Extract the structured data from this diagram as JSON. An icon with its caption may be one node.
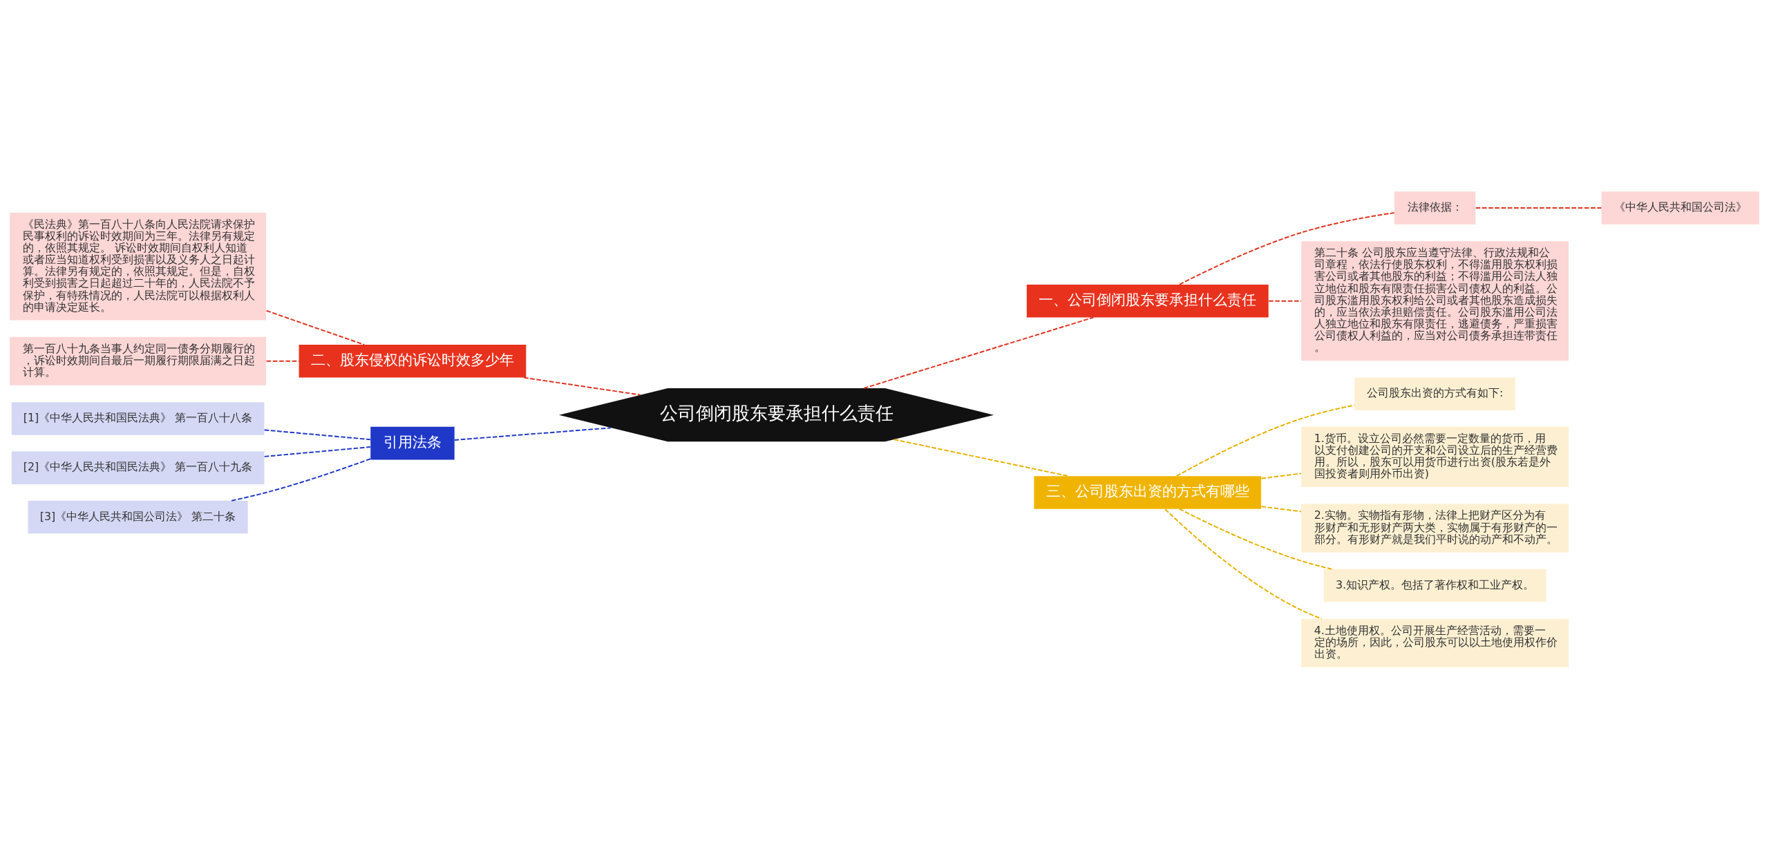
{
  "diagram": {
    "nodes": [
      {
        "text": [
          "公司倒闭股东要承担什么责任"
        ]
      },
      {
        "text": [
          "一、公司倒闭股东要承担什么责任"
        ]
      },
      {
        "text": [
          "法律依据："
        ]
      },
      {
        "text": [
          "《中华人民共和国公司法》"
        ]
      },
      {
        "text": [
          "第二十条 公司股东应当遵守法律、行政法规和公司章程，依法行使股东权利，不得滥用股东权利损害公司或者其他股东的利益；不得滥用公司法人独立地位和股东有限责任损害公司债权人的利益。公司股东滥用股东权利给公司或者其他股东造成损失的，应当依法承担赔偿责任。公司股东滥用公司法人独立地位和股东有限责任，逃避债务，严重损害公司债权人利益的，应当对公司债务承担连带责任。"
        ]
      },
      {
        "text": [
          "二、股东侵权的诉讼时效多少年"
        ]
      },
      {
        "text": [
          "《民法典》第一百八十八条向人民法院请求保护民事权利的诉讼时效期间为三年。法律另有规定的，依照其规定。 诉讼时效期间自权利人知道或者应当知道权利受到损害以及义务人之日起计算。法律另有规定的，依照其规定。但是，自权利受到损害之日起超过二十年的，人民法院不予保护，有特殊情况的，人民法院可以根据权利人的申请决定延长。"
        ]
      },
      {
        "text": [
          "第一百八十九条当事人约定同一债务分期履行的，诉讼时效期间自最后一期履行期限届满之日起计算。"
        ]
      },
      {
        "text": [
          "三、公司股东出资的方式有哪些"
        ]
      },
      {
        "text": [
          "公司股东出资的方式有如下:"
        ]
      },
      {
        "text": [
          "1.货币。设立公司必然需要一定数量的货币，用以支付创建公司的开支和公司设立后的生产经营费用。所以，股东可以用货币进行出资(股东若是外国投资者则用外币出资)"
        ]
      },
      {
        "text": [
          "2.实物。实物指有形物，法律上把财产区分为有形财产和无形财产两大类，实物属于有形财产的一部分。有形财产就是我们平时说的动产和不动产。"
        ]
      },
      {
        "text": [
          "3.知识产权。包括了著作权和工业产权。"
        ]
      },
      {
        "text": [
          "4.土地使用权。公司开展生产经营活动，需要一定的场所，因此，公司股东可以以土地使用权作价出资。"
        ]
      },
      {
        "text": [
          "引用法条"
        ]
      },
      {
        "text": [
          "[1]《中华人民共和国民法典》 第一百八十八条"
        ]
      },
      {
        "text": [
          "[2]《中华人民共和国民法典》 第一百八十九条"
        ]
      },
      {
        "text": [
          "[3]《中华人民共和国公司法》 第二十条"
        ]
      }
    ],
    "edges": [
      {
        "from": 0,
        "to": 1,
        "arrow": "none",
        "color": "#e0321e"
      },
      {
        "from": 1,
        "to": 2,
        "arrow": "none",
        "color": "#e0321e"
      },
      {
        "from": 2,
        "to": 3,
        "arrow": "none",
        "color": "#e0321e"
      },
      {
        "from": 1,
        "to": 4,
        "arrow": "none",
        "color": "#e0321e"
      },
      {
        "from": 0,
        "to": 5,
        "arrow": "none",
        "color": "#e0321e"
      },
      {
        "from": 5,
        "to": 6,
        "arrow": "none",
        "color": "#e0321e"
      },
      {
        "from": 5,
        "to": 7,
        "arrow": "none",
        "color": "#e0321e"
      },
      {
        "from": 0,
        "to": 8,
        "arrow": "none",
        "color": "#e8b000"
      },
      {
        "from": 8,
        "to": 9,
        "arrow": "none",
        "color": "#e8b000"
      },
      {
        "from": 8,
        "to": 10,
        "arrow": "none",
        "color": "#e8b000"
      },
      {
        "from": 8,
        "to": 11,
        "arrow": "none",
        "color": "#e8b000"
      },
      {
        "from": 8,
        "to": 12,
        "arrow": "none",
        "color": "#e8b000"
      },
      {
        "from": 8,
        "to": 13,
        "arrow": "none",
        "color": "#e8b000"
      },
      {
        "from": 0,
        "to": 14,
        "arrow": "none",
        "color": "#2038c8"
      },
      {
        "from": 14,
        "to": 15,
        "arrow": "none",
        "color": "#2038c8"
      },
      {
        "from": 14,
        "to": 16,
        "arrow": "none",
        "color": "#2038c8"
      },
      {
        "from": 14,
        "to": 17,
        "arrow": "none",
        "color": "#2038c8"
      }
    ]
  }
}
